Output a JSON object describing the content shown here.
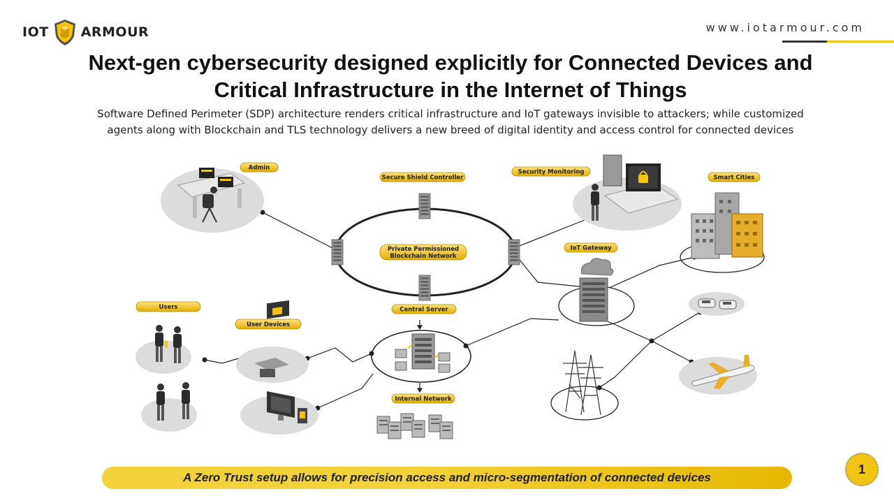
{
  "header": {
    "logo_left": "IOT",
    "logo_right": "ARMOUR",
    "url": "www.iotarmour.com"
  },
  "title": "Next-gen cybersecurity designed explicitly for Connected Devices and Critical Infrastructure in the Internet of Things",
  "subtitle": "Software Defined Perimeter (SDP) architecture renders critical infrastructure and IoT gateways invisible to attackers; while customized agents along with Blockchain and TLS technology delivers a new breed of digital identity and access control for connected devices",
  "labels": {
    "admin": "Admin",
    "secure_shield": "Secure Shield Controller",
    "security_monitoring": "Security Monitoring",
    "smart_cities": "Smart Cities",
    "blockchain_1": "Private Permissioned",
    "blockchain_2": "Blockchain Network",
    "iot_gateway": "IoT Gateway",
    "users": "Users",
    "user_devices": "User Devices",
    "central_server": "Central Server",
    "internal_network": "Internal Network"
  },
  "footer": {
    "banner": "A Zero Trust setup allows for precision access and micro-segmentation of connected devices",
    "page": "1"
  },
  "colors": {
    "gold": "#f1c40f",
    "dark": "#222222",
    "grey_platform": "#dcdcdc"
  }
}
